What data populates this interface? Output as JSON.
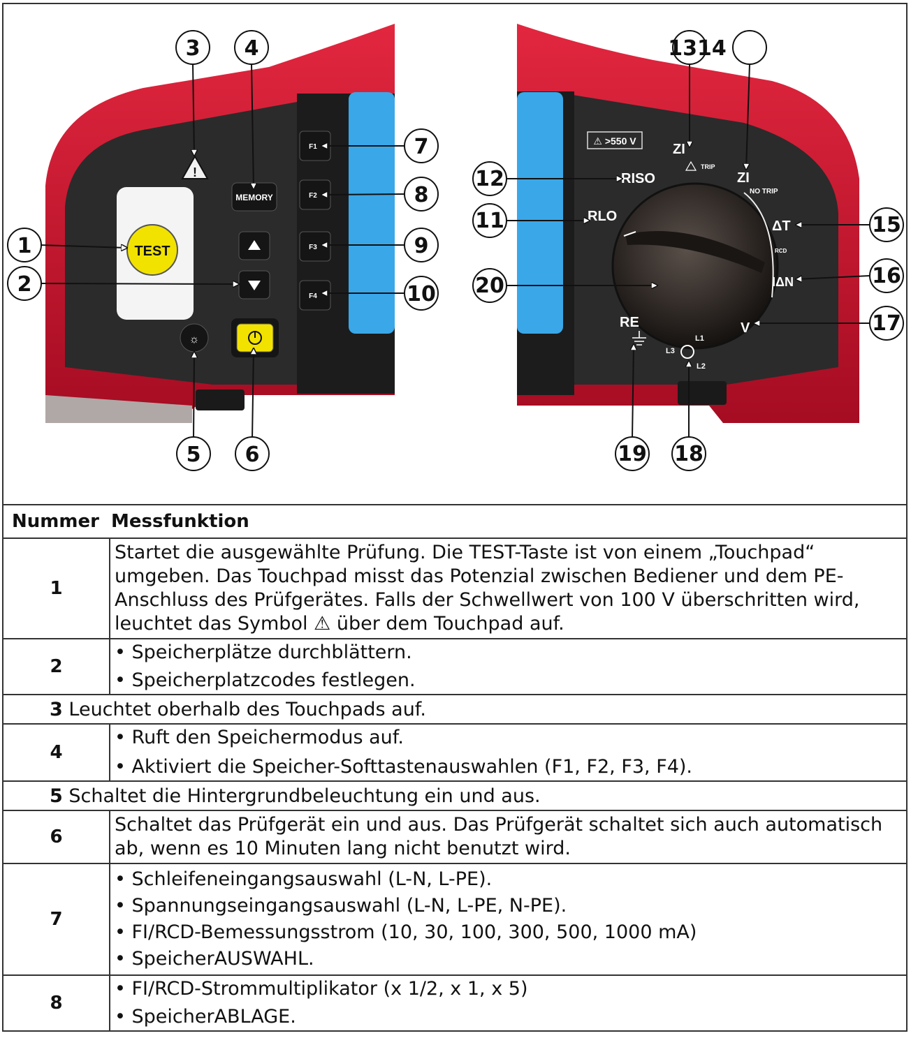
{
  "figure": {
    "left_panel": {
      "buttons": {
        "test": "TEST",
        "memory": "MEMORY",
        "f1": "F1",
        "f2": "F2",
        "f3": "F3",
        "f4": "F4"
      },
      "callouts": [
        "1",
        "2",
        "3",
        "4",
        "5",
        "6",
        "7",
        "8",
        "9",
        "10"
      ]
    },
    "right_panel": {
      "panel_warning": "⚠ >550 V",
      "dial_labels": {
        "riso": "RISO",
        "rlo": "RLO",
        "z_trip": "ZI",
        "trip": "TRIP",
        "z_notrip": "ZI",
        "no_trip": "NO TRIP",
        "delta_t": "ΔT",
        "rcd": "RCD",
        "i_delta_n": "IΔN",
        "v": "V",
        "re": "RE",
        "l1": "L1",
        "l2": "L2",
        "l3": "L3"
      },
      "callouts": [
        "1314",
        "12",
        "11",
        "20",
        "15",
        "16",
        "17",
        "19",
        "18"
      ]
    }
  },
  "table": {
    "header_number": "Nummer",
    "header_function": "Messfunktion",
    "rows": [
      {
        "num": "1",
        "lines": [
          "Startet die ausgewählte Prüfung. Die TEST-Taste ist von einem „Touchpad“",
          "umgeben. Das Touchpad misst das Potenzial zwischen Bediener und dem PE-",
          "Anschluss des Prüfgerätes. Falls der Schwellwert von 100 V überschritten wird,"
        ],
        "last_line_before": "leuchtet das Symbol",
        "last_line_after": "über dem Touchpad auf."
      },
      {
        "num": "2",
        "bullets": [
          "Speicherplätze durchblättern.",
          "Speicherplatzcodes festlegen."
        ]
      },
      {
        "num": "3",
        "text": "Leuchtet oberhalb des Touchpads auf."
      },
      {
        "num": "4",
        "bullets": [
          "Ruft den Speichermodus auf.",
          "Aktiviert die Speicher-Softtastenauswahlen (F1, F2, F3, F4)."
        ]
      },
      {
        "num": "5",
        "text": "Schaltet die Hintergrundbeleuchtung ein und aus."
      },
      {
        "num": "6",
        "lines": [
          "Schaltet das Prüfgerät ein und aus. Das Prüfgerät schaltet sich auch automatisch",
          "ab, wenn es 10 Minuten lang nicht benutzt wird."
        ]
      },
      {
        "num": "7",
        "bullets": [
          "Schleifeneingangsauswahl (L-N, L-PE).",
          "Spannungseingangsauswahl (L-N, L-PE, N-PE).",
          "FI/RCD-Bemessungsstrom (10, 30, 100, 300, 500, 1000 mA)",
          "SpeicherAUSWAHL."
        ]
      },
      {
        "num": "8",
        "bullets": [
          "FI/RCD-Strommultiplikator (x 1/2, x 1, x 5)",
          "SpeicherABLAGE."
        ]
      }
    ]
  },
  "colors": {
    "housing_red": "#c8102e",
    "panel_dark": "#2a2a2a",
    "display_blue": "#3aa7e8",
    "test_yellow": "#f2e200"
  }
}
